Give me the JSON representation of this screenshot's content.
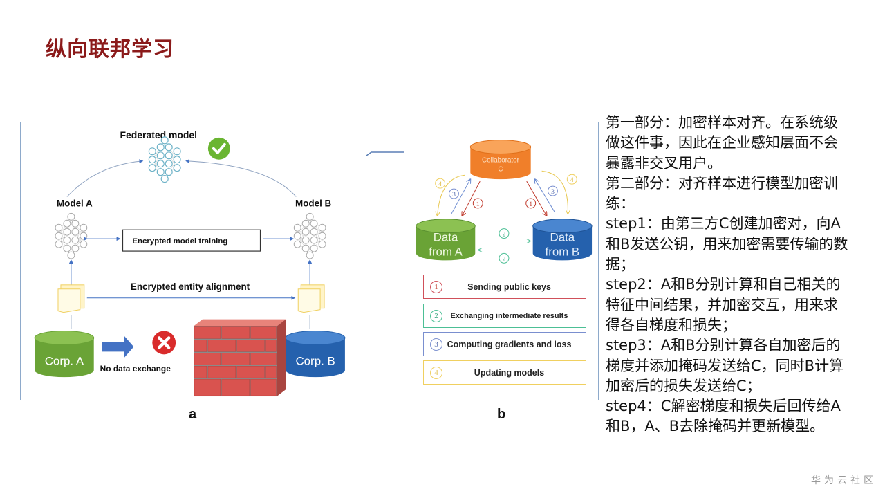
{
  "slide": {
    "title": "纵向联邦学习",
    "watermark": "华为云社区"
  },
  "figure_a": {
    "caption": "a",
    "federated_model_label": "Federated model",
    "model_a_label": "Model A",
    "model_b_label": "Model B",
    "encrypted_training_label": "Encrypted model training",
    "entity_alignment_label": "Encrypted entity alignment",
    "corp_a_label": "Corp. A",
    "corp_b_label": "Corp. B",
    "no_exchange_label": "No data exchange",
    "colors": {
      "corp_a": "#7cb342",
      "corp_b": "#2e6fc0",
      "check": "#6ab531",
      "cross": "#d92b2b",
      "arrow": "#4472c4",
      "wall": "#d9534f"
    }
  },
  "figure_b": {
    "caption": "b",
    "collaborator_label_line1": "Collaborator",
    "collaborator_label_line2": "C",
    "data_a_line1": "Data",
    "data_a_line2": "from A",
    "data_b_line1": "Data",
    "data_b_line2": "from B",
    "step_markers": [
      "1",
      "2",
      "3",
      "4"
    ],
    "legend": [
      {
        "num": "1",
        "label": "Sending public keys",
        "color": "#d0505a"
      },
      {
        "num": "2",
        "label": "Exchanging intermediate results",
        "color": "#4cbf95"
      },
      {
        "num": "3",
        "label": "Computing gradients and loss",
        "color": "#7a8fcf"
      },
      {
        "num": "4",
        "label": "Updating models",
        "color": "#f0d060"
      }
    ],
    "colors": {
      "collaborator": "#f79646",
      "data_a": "#7cb342",
      "data_b": "#2e6fc0"
    }
  },
  "description": {
    "paragraphs": [
      "第一部分：加密样本对齐。在系统级做这件事，因此在企业感知层面不会暴露非交叉用户。",
      "第二部分：对齐样本进行模型加密训练：",
      "step1：由第三方C创建加密对，向A和B发送公钥，用来加密需要传输的数据；",
      "step2：A和B分别计算和自己相关的特征中间结果，并加密交互，用来求得各自梯度和损失；",
      "step3：A和B分别计算各自加密后的梯度并添加掩码发送给C，同时B计算加密后的损失发送给C；",
      "step4：C解密梯度和损失后回传给A和B，A、B去除掩码并更新模型。"
    ]
  }
}
